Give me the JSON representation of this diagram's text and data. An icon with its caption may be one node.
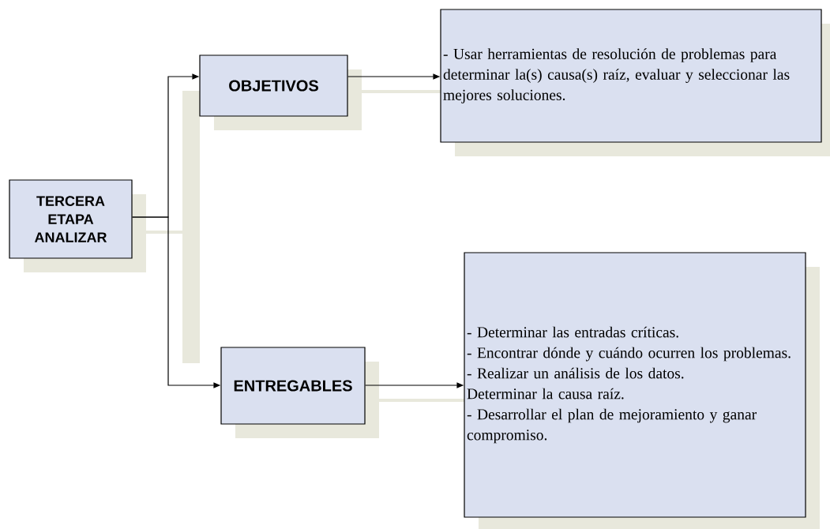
{
  "diagram": {
    "nodes": [
      {
        "text": [
          "TERCERA ETAPA ANALIZAR"
        ]
      },
      {
        "text": [
          "OBJETIVOS"
        ]
      },
      {
        "text": [
          "ENTREGABLES"
        ]
      },
      {
        "text": [
          "- Usar herramientas de resolución de problemas  para determinar la(s) causa(s) raíz, evaluar y seleccionar las mejores soluciones."
        ]
      },
      {
        "text": [
          "- Determinar las entradas críticas.",
          "- Encontrar  dónde  y cuándo ocurren los problemas.",
          "- Realizar un análisis de los datos.",
          "Determinar la causa raíz.",
          "- Desarrollar el plan de mejoramiento y ganar compromiso."
        ]
      }
    ],
    "edges": [
      {
        "from": 0,
        "to": 1,
        "arrow": "to"
      },
      {
        "from": 0,
        "to": 2,
        "arrow": "to"
      },
      {
        "from": 1,
        "to": 3,
        "arrow": "to"
      },
      {
        "from": 2,
        "to": 4,
        "arrow": "to"
      }
    ]
  }
}
